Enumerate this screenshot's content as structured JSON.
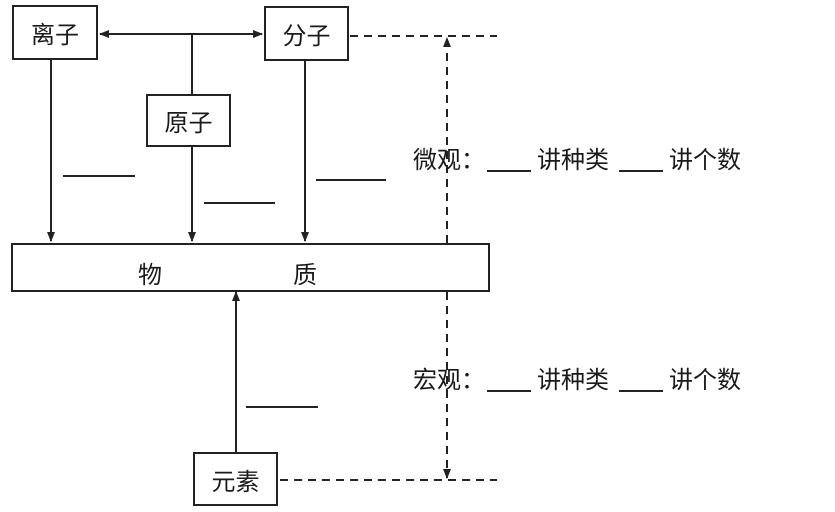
{
  "nodes": {
    "ion": "离子",
    "molecule": "分子",
    "atom": "原子",
    "substance": [
      "物",
      "质"
    ],
    "element": "元素"
  },
  "micro": {
    "prefix": "微观：",
    "blank": "___",
    "kind_text": "讲种类",
    "count_text": "讲个数"
  },
  "macro": {
    "prefix": "宏观：",
    "blank": "___",
    "kind_text": "讲种类",
    "count_text": "讲个数"
  },
  "colors": {
    "line": "#222222",
    "background": "#ffffff"
  }
}
